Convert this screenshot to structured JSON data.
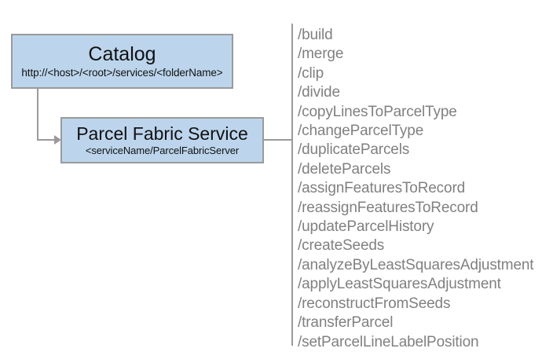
{
  "diagram": {
    "type": "service-architecture-diagram",
    "nodes": [
      {
        "id": "catalog",
        "title": "Catalog",
        "subtitle": "http://<host>/<root>/services/<folderName>"
      },
      {
        "id": "parcel-fabric-service",
        "title": "Parcel Fabric Service",
        "subtitle": "<serviceName/ParcelFabricServer"
      }
    ],
    "connectors": [
      {
        "id": "catalog-to-service",
        "from": "catalog",
        "to": "parcel-fabric-service",
        "style": "elbow-arrow"
      },
      {
        "id": "service-to-operations",
        "from": "parcel-fabric-service",
        "to": "operations",
        "style": "line"
      }
    ],
    "operations": [
      "/build",
      "/merge",
      "/clip",
      "/divide",
      "/copyLinesToParcelType",
      "/changeParcelType",
      "/duplicateParcels",
      "/deleteParcels",
      "/assignFeaturesToRecord",
      "/reassignFeaturesToRecord",
      "/updateParcelHistory",
      "/createSeeds",
      "/analyzeByLeastSquaresAdjustment",
      "/applyLeastSquaresAdjustment",
      "/reconstructFromSeeds",
      "/transferParcel",
      "/setParcelLineLabelPosition"
    ],
    "colors": {
      "node_fill": "#bcd5ec",
      "node_border": "#9a9a9a",
      "connector": "#9a9a9a",
      "operation_text": "#808080",
      "background": "#ffffff"
    }
  }
}
